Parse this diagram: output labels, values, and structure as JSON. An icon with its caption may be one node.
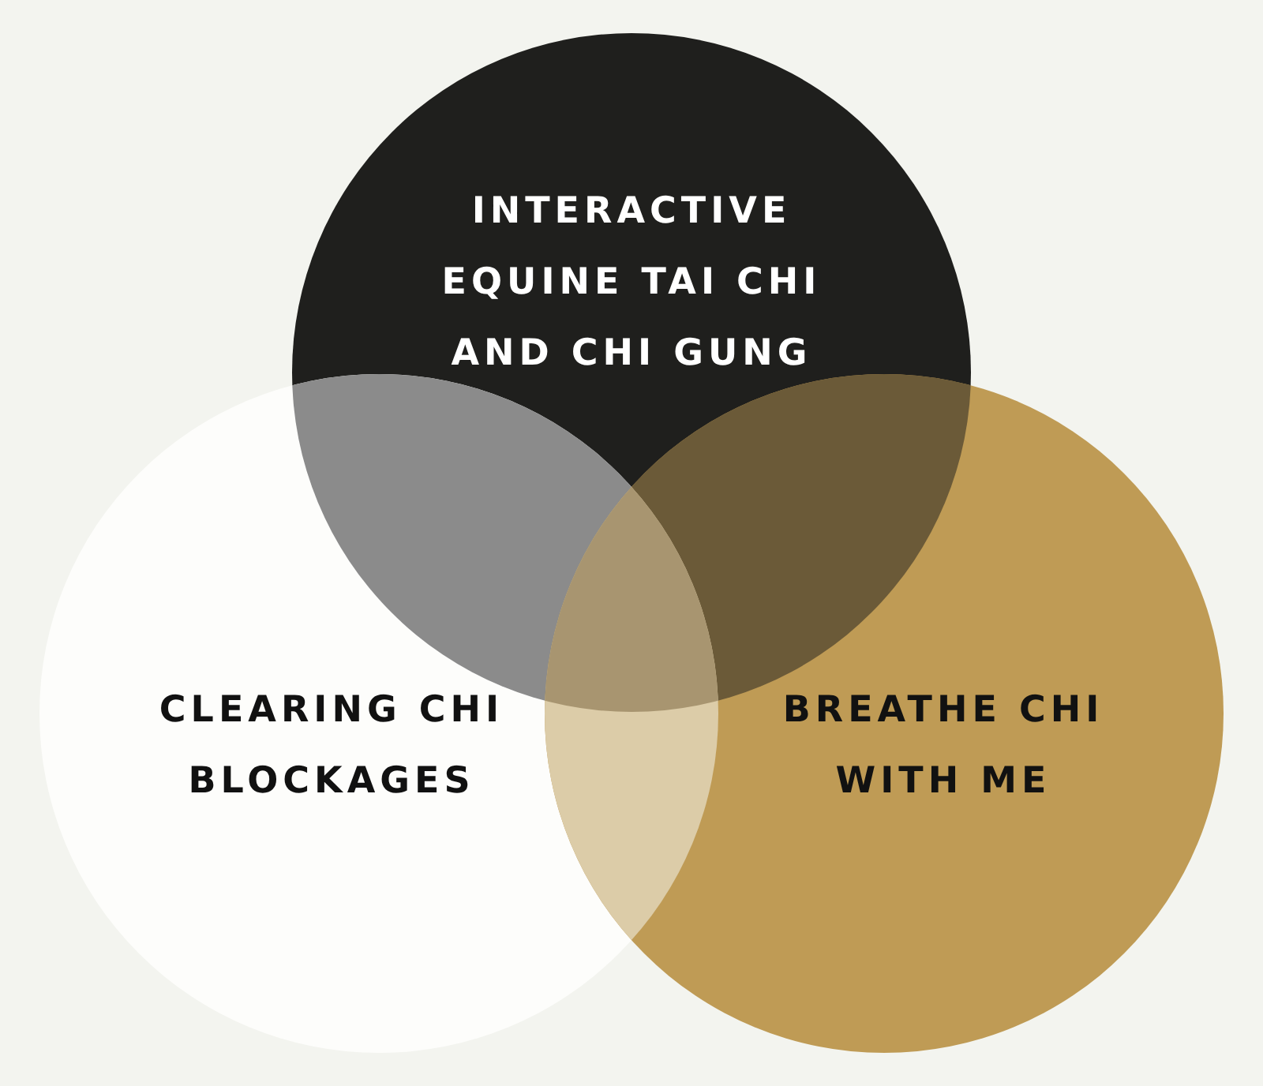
{
  "diagram": {
    "nodes": [
      {
        "text": [
          "INTERACTIVE EQUINE TAI CHI AND CHI GUNG"
        ]
      },
      {
        "text": [
          "CLEARING CHI BLOCKAGES"
        ]
      },
      {
        "text": [
          "BREATHE CHI WITH ME"
        ]
      }
    ]
  }
}
